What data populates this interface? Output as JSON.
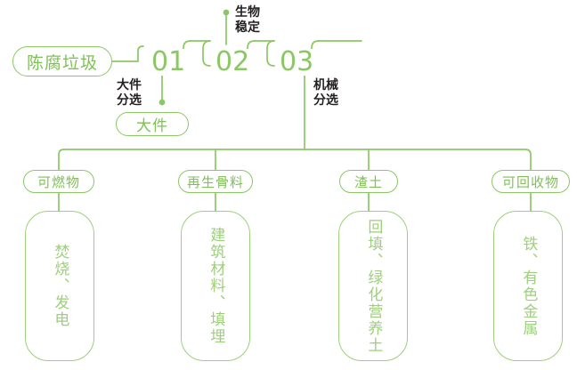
{
  "diagram": {
    "title_source": "陈腐垃圾处理流程",
    "accent_color": "#8cc765",
    "accent_light": "#9ecf7c",
    "text_dark": "#231f20"
  },
  "input": {
    "label": "陈腐垃圾"
  },
  "stages": [
    {
      "number": "01",
      "caption": "大件\n分选",
      "caption_line1": "大件",
      "caption_line2": "分选"
    },
    {
      "number": "02",
      "caption_line1": "生物",
      "caption_line2": "稳定"
    },
    {
      "number": "03",
      "caption_line1": "机械",
      "caption_line2": "分选"
    }
  ],
  "side_output": {
    "label": "大件"
  },
  "outputs": [
    {
      "category": "可燃物",
      "use": "焚烧、发电"
    },
    {
      "category": "再生骨料",
      "use": "建筑材料、填埋"
    },
    {
      "category": "渣土",
      "use": "回填、绿化营养土"
    },
    {
      "category": "可回收物",
      "use": "铁、有色金属"
    }
  ]
}
